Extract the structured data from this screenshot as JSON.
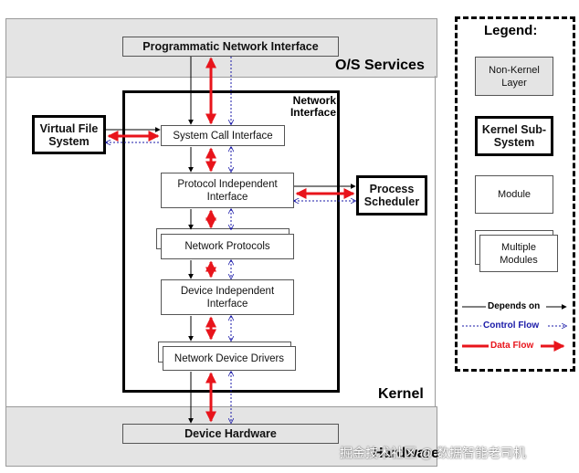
{
  "layers": {
    "os_services": "O/S Services",
    "kernel": "Kernel",
    "hardware": "Hardware"
  },
  "nodes": {
    "programmatic_network_interface": "Programmatic Network Interface",
    "network_interface": "Network\nInterface",
    "virtual_file_system": "Virtual File\nSystem",
    "system_call_interface": "System Call Interface",
    "protocol_independent_interface": "Protocol Independent\nInterface",
    "process_scheduler": "Process\nScheduler",
    "network_protocols": "Network Protocols",
    "device_independent_interface": "Device Independent\nInterface",
    "network_device_drivers": "Network Device Drivers",
    "device_hardware": "Device Hardware"
  },
  "legend": {
    "title": "Legend:",
    "non_kernel_layer": "Non-Kernel\nLayer",
    "kernel_subsystem": "Kernel Sub-\nSystem",
    "module": "Module",
    "multiple_modules": "Multiple\nModules",
    "depends_on": "Depends on",
    "control_flow": "Control Flow",
    "data_flow": "Data Flow"
  },
  "colors": {
    "data_flow": "#e8141b",
    "control_flow": "#1a1aa8",
    "depends_on": "#000000",
    "layer_fill": "#e4e4e4"
  },
  "watermark": "掘金技术社区 @ 数据智能老司机"
}
